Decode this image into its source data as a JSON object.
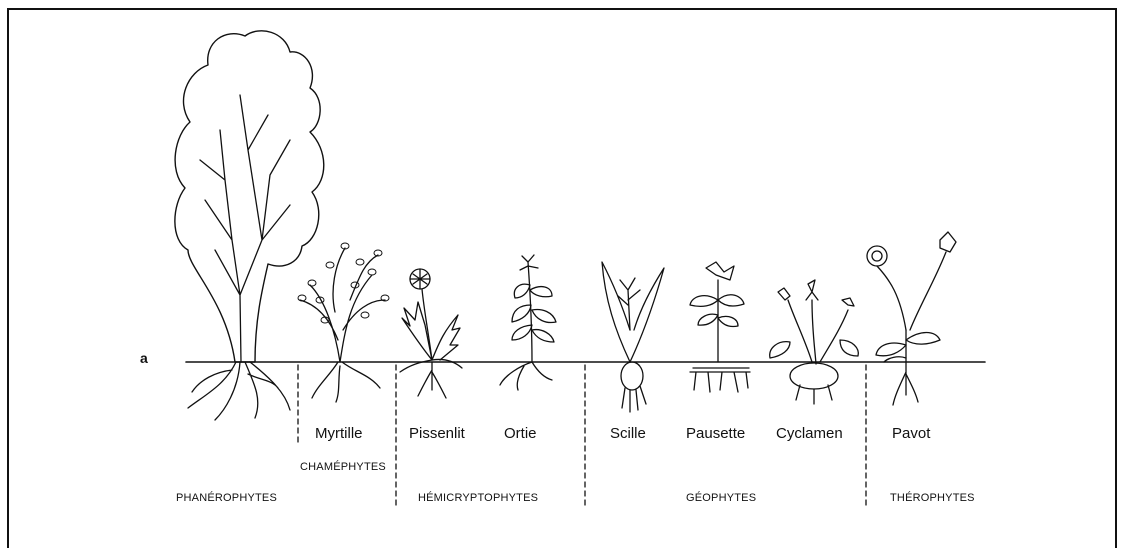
{
  "panel_marker": "a",
  "plants": {
    "myrtille": "Myrtille",
    "pissenlit": "Pissenlit",
    "ortie": "Ortie",
    "scille": "Scille",
    "pausette": "Pausette",
    "cyclamen": "Cyclamen",
    "pavot": "Pavot"
  },
  "groups": {
    "chamephytes": "CHAMÉPHYTES",
    "phanerophytes": "PHANÉROPHYTES",
    "hemicryptophytes": "HÉMICRYPTOPHYTES",
    "geophytes": "GÉOPHYTES",
    "therophytes": "THÉROPHYTES"
  },
  "colors": {
    "ink": "#111111",
    "background": "#ffffff"
  }
}
